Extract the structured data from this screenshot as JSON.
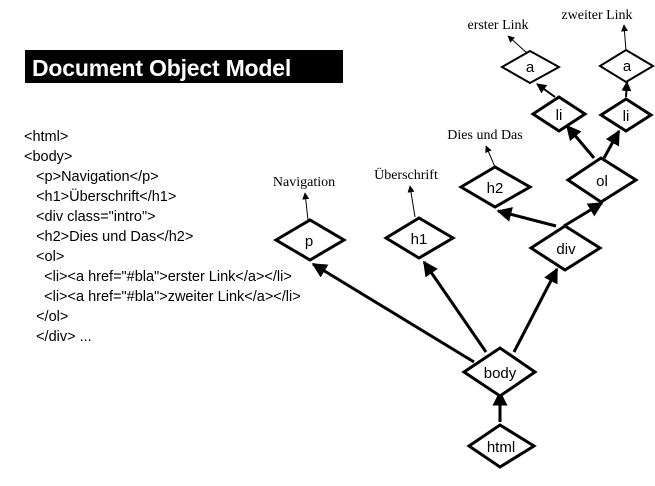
{
  "title": "Document Object Model",
  "code_lines": [
    "<html>",
    "<body>",
    "   <p>Navigation</p>",
    "   <h1>Überschrift</h1>",
    "   <div class=\"intro\">",
    "   <h2>Dies und Das</h2>",
    "   <ol>",
    "     <li><a href=\"#bla\">erster Link</a></li>",
    "     <li><a href=\"#bla\">zweiter Link</a></li>",
    "   </ol>",
    "   </div> ..."
  ],
  "tree": {
    "nodes": {
      "html": "html",
      "body": "body",
      "p": "p",
      "h1": "h1",
      "div": "div",
      "h2": "h2",
      "ol": "ol",
      "li1": "li",
      "li2": "li",
      "a1": "a",
      "a2": "a"
    },
    "text_labels": {
      "navigation": "Navigation",
      "ueberschrift": "Überschrift",
      "dies_und_das": "Dies und Das",
      "erster_link": "erster Link",
      "zweiter_link": "zweiter Link"
    }
  }
}
